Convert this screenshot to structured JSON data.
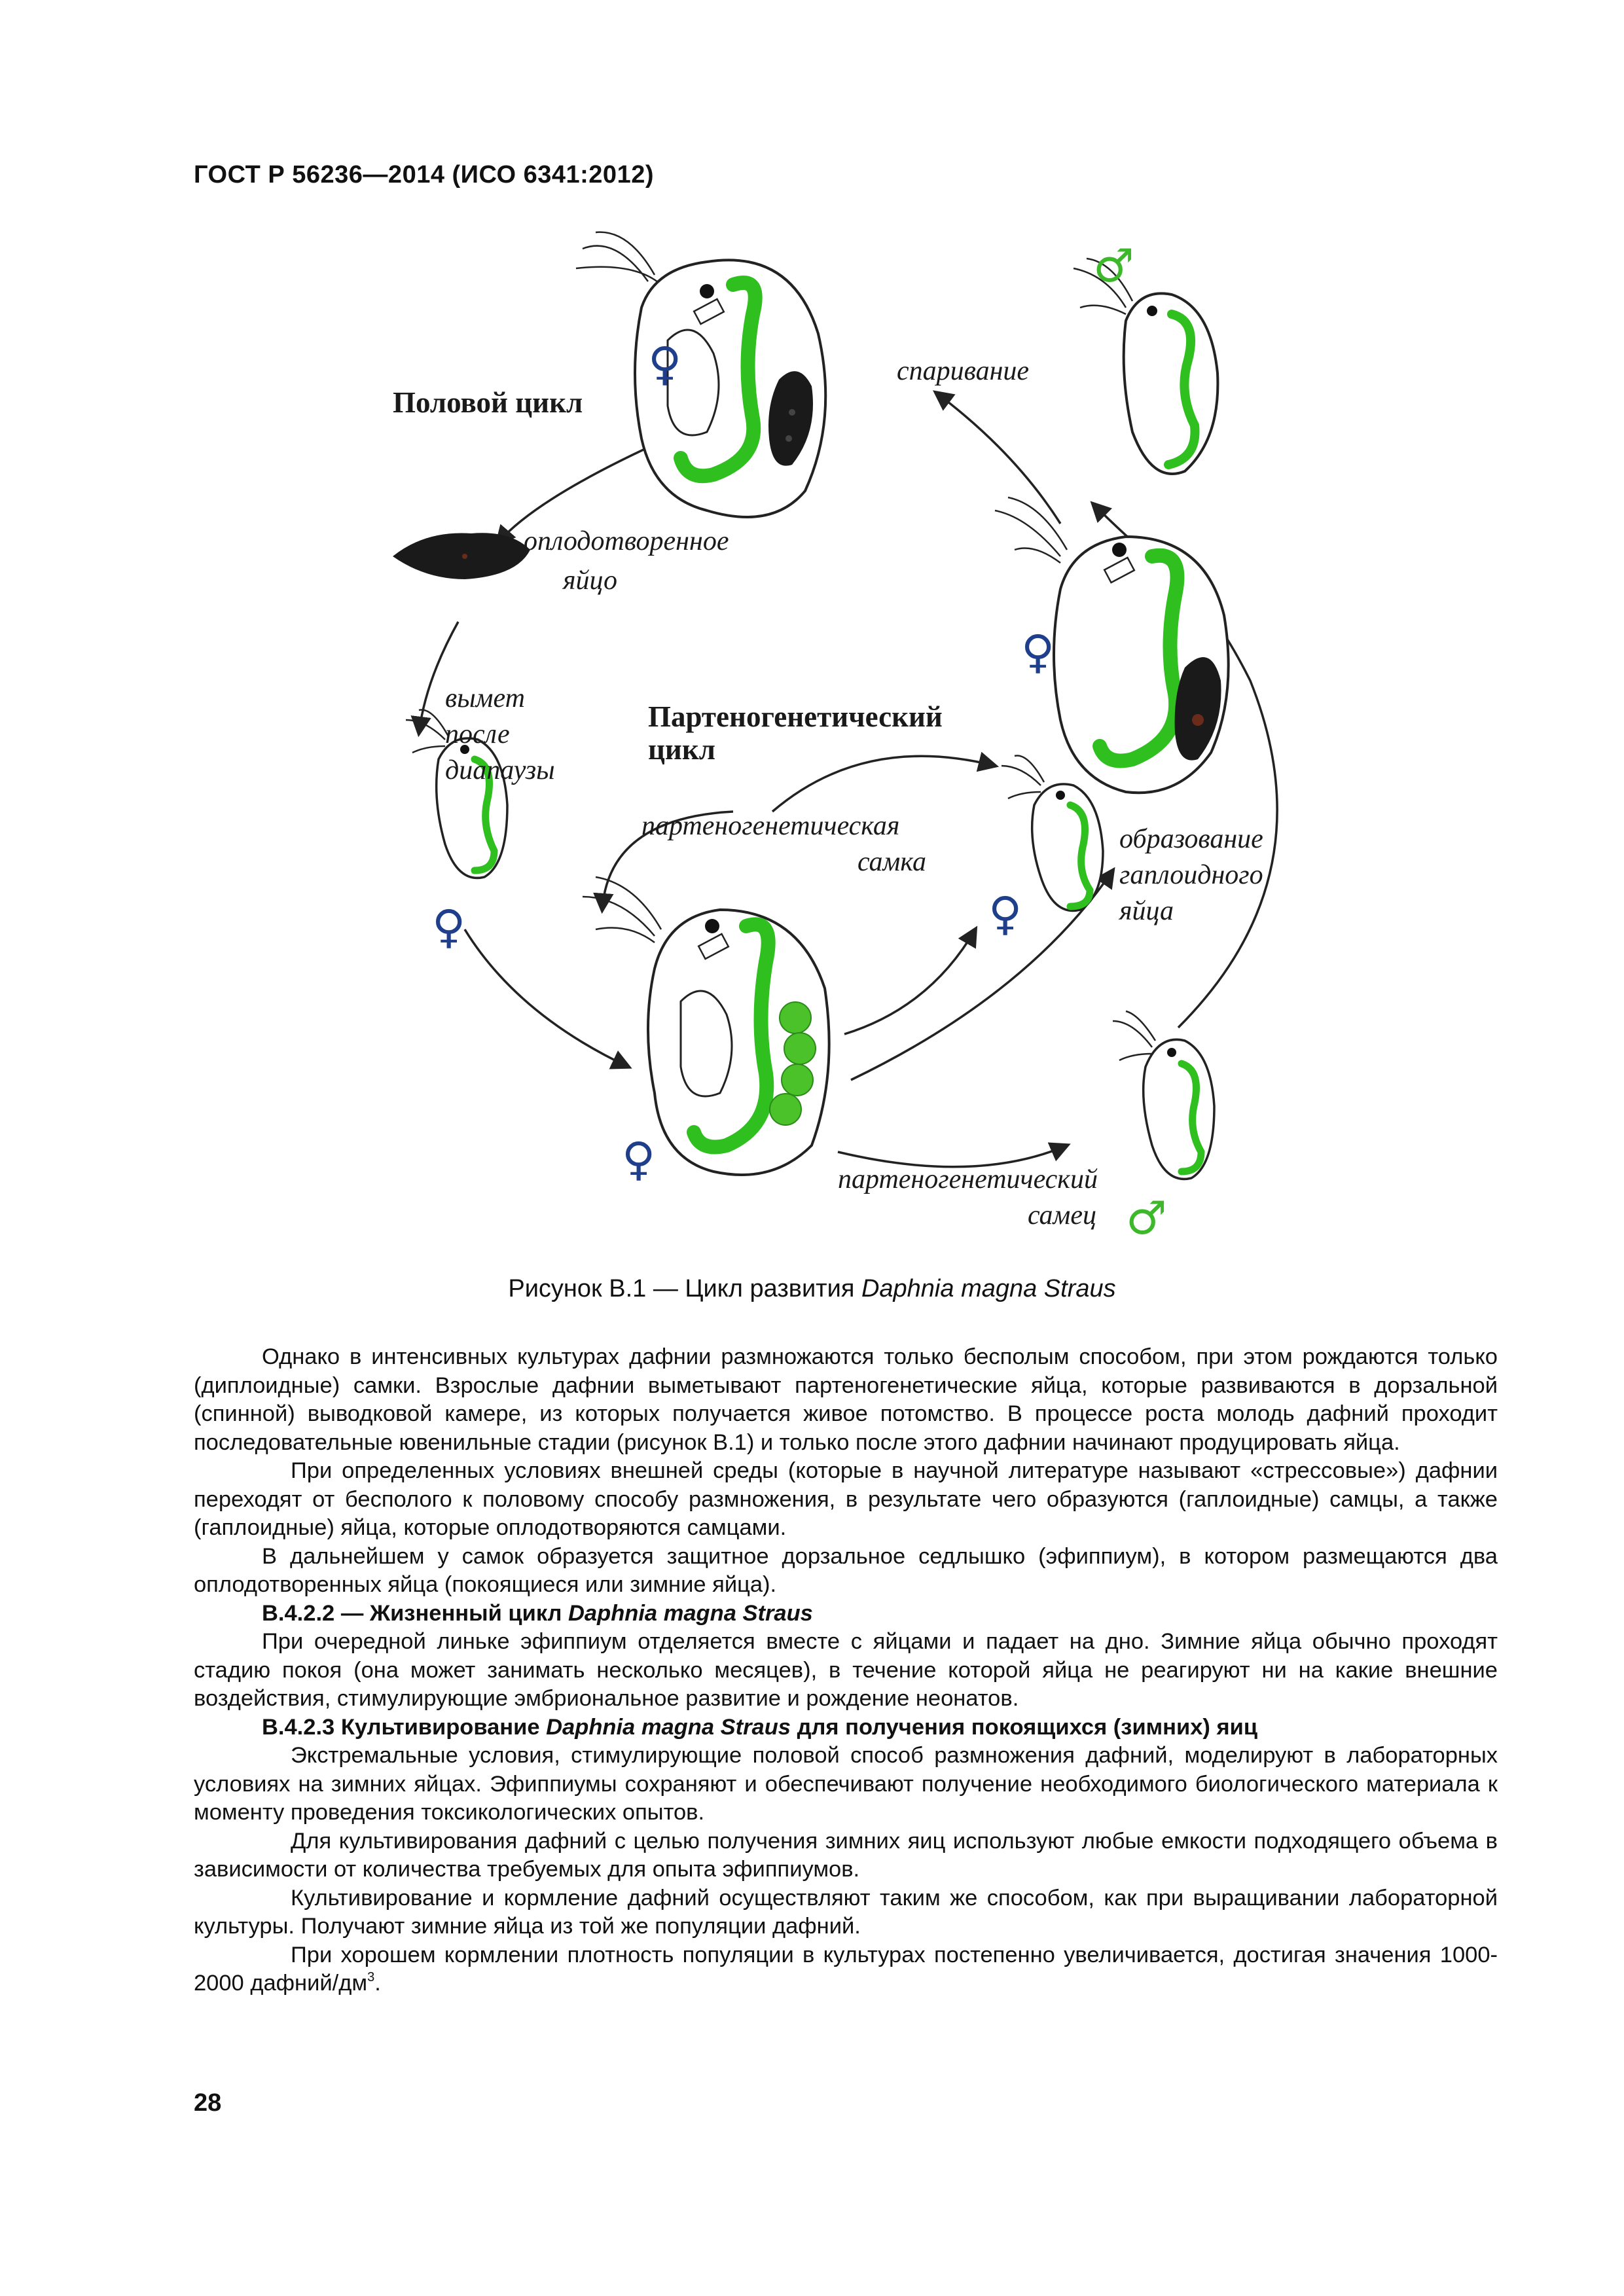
{
  "header": {
    "title": "ГОСТ Р 56236—2014 (ИСО 6341:2012)"
  },
  "figure": {
    "sexual_cycle": "Половой цикл",
    "mating": "спаривание",
    "fertilized_egg_l1": "оплодотворенное",
    "fertilized_egg_l2": "яйцо",
    "hatch_l1": "вымет",
    "hatch_l2": "после",
    "hatch_l3": "диапаузы",
    "parth_cycle_l1": "Партеногенетический",
    "parth_cycle_l2": "цикл",
    "parth_female_l1": "партеногенетическая",
    "parth_female_l2": "самка",
    "haploid_l1": "образование",
    "haploid_l2": "гаплоидного",
    "haploid_l3": "яйца",
    "parth_male_l1": "партеногенетический",
    "parth_male_l2": "самец",
    "female_symbol": "♀",
    "male_symbol": "♂",
    "colors": {
      "gut": "#2fbf1f",
      "egg": "#4cc22a",
      "ephippium": "#1a1a1a",
      "female_symbol": "#1f3f8c",
      "male_symbol": "#3cb82a"
    }
  },
  "caption": {
    "prefix": "Рисунок В.1 — Цикл развития ",
    "species": "Daphnia magna Straus"
  },
  "body": {
    "p1": "Однако в интенсивных культурах дафнии размножаются только бесполым способом, при этом рождаются только (диплоидные) самки. Взрослые дафнии выметывают партеногенетические яйца, которые развиваются в дорзальной (спинной) выводковой камере, из которых получается живое потомство. В процессе роста молодь дафний проходит последовательные ювенильные стадии (рисунок В.1) и только после этого дафнии начинают продуцировать яйца.",
    "p2": "При определенных условиях внешней среды (которые в научной литературе называют «стрессовые») дафнии переходят от бесполого к половому способу размножения, в результате чего образуются (гаплоидные) самцы, а также (гаплоидные) яйца, которые оплодотворяются самцами.",
    "p3": "В дальнейшем у самок образуется защитное дорзальное седлышко (эфиппиум), в котором размещаются два оплодотворенных яйца (покоящиеся или зимние яйца).",
    "h1_prefix": "В.4.2.2 — Жизненный цикл ",
    "h1_species": "Daphnia magna Straus",
    "p4": "При очередной линьке эфиппиум отделяется вместе с яйцами и падает на дно. Зимние яйца обычно проходят стадию покоя (она может занимать несколько месяцев), в течение которой яйца не реагируют ни на какие внешние воздействия, стимулирующие эмбриональное развитие и рождение неонатов.",
    "h2_prefix": "В.4.2.3 Культивирование ",
    "h2_species": "Daphnia magna Straus",
    "h2_suffix": " для получения покоящихся (зимних) яиц",
    "p5": "Экстремальные условия, стимулирующие половой способ размножения дафний, моделируют в лабораторных условиях на зимних яйцах. Эфиппиумы сохраняют и обеспечивают получение необходимого биологического материала к моменту проведения токсикологических опытов.",
    "p6": "Для культивирования дафний с целью получения зимних яиц используют любые емкости подходящего объема в зависимости от количества требуемых для опыта эфиппиумов.",
    "p7": "Культивирование и кормление дафний осуществляют таким же способом, как при выращивании лабораторной культуры. Получают зимние яйца из той же популяции дафний.",
    "p8": "При хорошем кормлении плотность популяции в культурах постепенно увеличивается, достигая значения 1000-2000 дафний/дм",
    "p8_sup": "3",
    "p8_end": "."
  },
  "page_number": "28"
}
